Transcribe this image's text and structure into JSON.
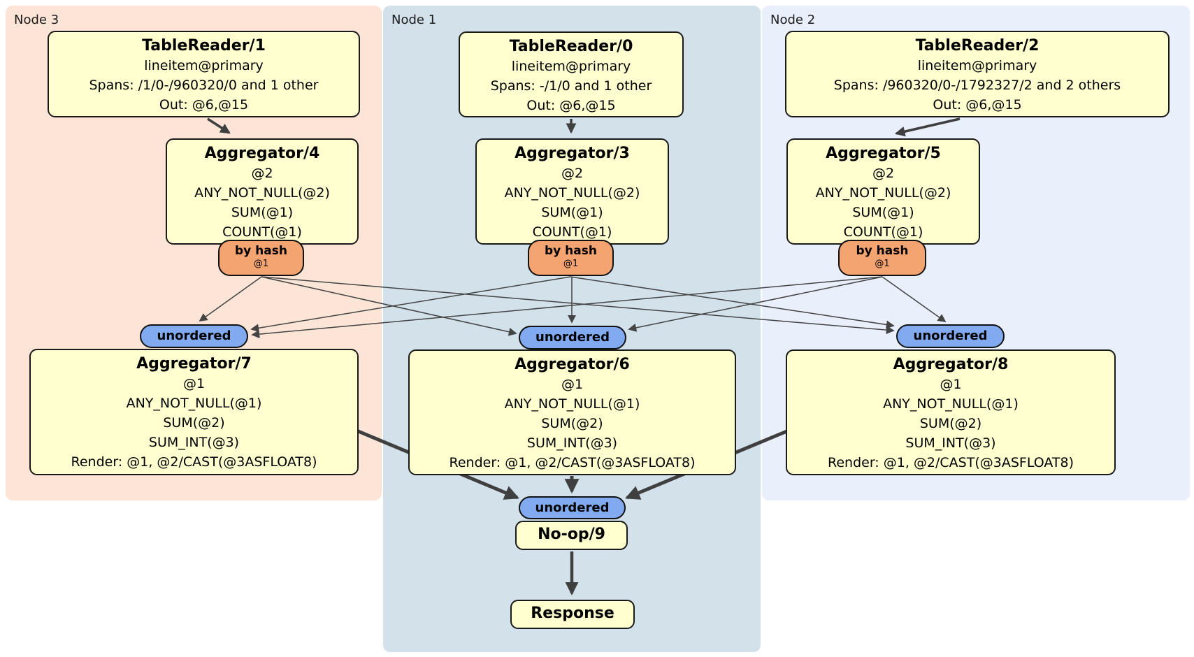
{
  "diagram": {
    "regions": [
      {
        "label": "Node 3"
      },
      {
        "label": "Node 1"
      },
      {
        "label": "Node 2"
      }
    ],
    "colors": {
      "node3_bg": "#fce4d6",
      "node1_bg": "#d2e1ea",
      "node2_bg": "#e9effb",
      "box_bg": "#ffffcf",
      "hash_pill_bg": "#f4a470",
      "unordered_pill_bg": "#81aaf0",
      "edge_thin": "#444444",
      "edge_thick": "#3f3f3f"
    },
    "nodes": {
      "tr1": {
        "title": "TableReader/1",
        "lines": [
          "lineitem@primary",
          "Spans: /1/0-/960320/0 and 1 other",
          "Out: @6,@15"
        ]
      },
      "tr0": {
        "title": "TableReader/0",
        "lines": [
          "lineitem@primary",
          "Spans: -/1/0 and 1 other",
          "Out: @6,@15"
        ]
      },
      "tr2": {
        "title": "TableReader/2",
        "lines": [
          "lineitem@primary",
          "Spans: /960320/0-/1792327/2 and 2 others",
          "Out: @6,@15"
        ]
      },
      "agg4": {
        "title": "Aggregator/4",
        "lines": [
          "@2",
          "ANY_NOT_NULL(@2)",
          "SUM(@1)",
          "COUNT(@1)"
        ]
      },
      "agg3": {
        "title": "Aggregator/3",
        "lines": [
          "@2",
          "ANY_NOT_NULL(@2)",
          "SUM(@1)",
          "COUNT(@1)"
        ]
      },
      "agg5": {
        "title": "Aggregator/5",
        "lines": [
          "@2",
          "ANY_NOT_NULL(@2)",
          "SUM(@1)",
          "COUNT(@1)"
        ]
      },
      "agg7": {
        "title": "Aggregator/7",
        "lines": [
          "@1",
          "ANY_NOT_NULL(@1)",
          "SUM(@2)",
          "SUM_INT(@3)",
          "Render: @1, @2/CAST(@3ASFLOAT8)"
        ]
      },
      "agg6": {
        "title": "Aggregator/6",
        "lines": [
          "@1",
          "ANY_NOT_NULL(@1)",
          "SUM(@2)",
          "SUM_INT(@3)",
          "Render: @1, @2/CAST(@3ASFLOAT8)"
        ]
      },
      "agg8": {
        "title": "Aggregator/8",
        "lines": [
          "@1",
          "ANY_NOT_NULL(@1)",
          "SUM(@2)",
          "SUM_INT(@3)",
          "Render: @1, @2/CAST(@3ASFLOAT8)"
        ]
      },
      "noop": {
        "title": "No-op/9"
      },
      "response": {
        "title": "Response"
      }
    },
    "pills": {
      "by_hash": {
        "label": "by hash",
        "sub": "@1"
      },
      "unordered": {
        "label": "unordered"
      }
    }
  }
}
